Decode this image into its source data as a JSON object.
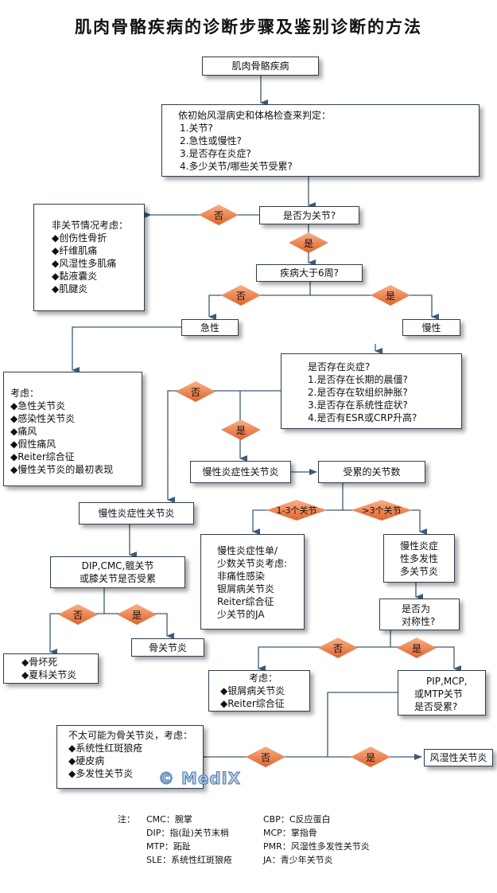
{
  "title": "肌肉骨骼疾病的诊断步骤及鉴别诊断的方法",
  "nodes": {
    "start": "肌肉骨骼疾病",
    "initial": {
      "heading": "依初始风湿病史和体格检查来判定：",
      "items": [
        "1.关节?",
        "2.急性或慢性?",
        "3.是否存在炎症?",
        "4.多少关节/哪些关节受累?"
      ]
    },
    "is_joint": "是否为关节?",
    "non_joint": {
      "heading": "非关节情况考虑：",
      "items": [
        "◆创伤性骨折",
        "◆纤维肌痛",
        "◆风湿性多肌痛",
        "◆黏液囊炎",
        "◆肌腱炎"
      ]
    },
    "over_6_weeks": "疾病大于6周?",
    "acute": "急性",
    "chronic": "慢性",
    "acute_consider": {
      "heading": "考虑：",
      "items": [
        "◆急性关节炎",
        "◆感染性关节炎",
        "◆痛风",
        "◆假性痛风",
        "◆Reiter综合征",
        "◆慢性关节炎的最初表现"
      ]
    },
    "inflammation": {
      "heading": "是否存在炎症?",
      "items": [
        "1.是否存在长期的晨僵?",
        "2.是否存在软组织肿胀?",
        "3.是否存在系统性症状?",
        "4.是否有ESR或CRP升高?"
      ]
    },
    "chronic_inflammatory": "慢性炎症性关节炎",
    "joint_count": "受累的关节数",
    "chronic_noninflammatory": "慢性炎症性关节炎",
    "dip_cmc": [
      "DIP,CMC,髋关节",
      "或膝关节是否受累"
    ],
    "mono_oligo": {
      "items": [
        "慢性炎症性单/",
        "少数关节炎考虑:",
        "非痛性感染",
        "银屑病关节炎",
        "Reiter综合征",
        "少关节的JA"
      ]
    },
    "poly": [
      "慢性炎症",
      "性多发性",
      "多关节炎"
    ],
    "symmetric": [
      "是否为",
      "对称性?"
    ],
    "osteonecrosis": {
      "items": [
        "◆骨坏死",
        "◆夏科关节炎"
      ]
    },
    "osteoarthritis": "骨关节炎",
    "asym_consider": {
      "heading": "考虑：",
      "items": [
        "◆银屑病关节炎",
        "◆Reiter综合征"
      ]
    },
    "pip_mcp": [
      "PIP,MCP,",
      "或MTP关节",
      "是否受累?"
    ],
    "unlikely_oa": {
      "heading": "不太可能为骨关节炎，考虑：",
      "items": [
        "◆系统性红斑狼疮",
        "◆硬皮病",
        "◆多发性关节炎"
      ]
    },
    "ra": "风湿性关节炎"
  },
  "decisions": {
    "no": "否",
    "yes": "是",
    "one_to_three": "1-3个关节",
    "more_than_three": ">3个关节"
  },
  "watermark": "© MediX",
  "notes": {
    "prefix": "注：",
    "rows": [
      [
        "CMC：腕掌",
        "CBP：C反应蛋白"
      ],
      [
        "DIP：指(趾)关节末梢",
        "MCP：掌指骨"
      ],
      [
        "MTP：跖趾",
        "PMR：风湿性多发性关节炎"
      ],
      [
        "SLE：系统性红斑狼疮",
        "JA：青少年关节炎"
      ]
    ]
  },
  "colors": {
    "line": "#3d5a73",
    "box_border": "#2d3e50",
    "diamond_light": "#f7b08a",
    "diamond_dark": "#e0622a"
  }
}
